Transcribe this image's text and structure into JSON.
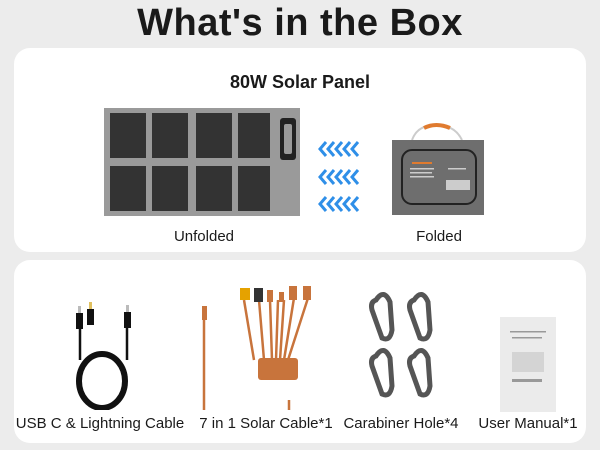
{
  "header": {
    "title": "What's in the Box"
  },
  "solar_panel": {
    "title": "80W Solar Panel",
    "unfolded_label": "Unfolded",
    "folded_label": "Folded"
  },
  "accessories": [
    {
      "label": "USB C & Lightning Cable"
    },
    {
      "label": "7 in 1 Solar Cable*1"
    },
    {
      "label": "Carabiner Hole*4"
    },
    {
      "label": "User Manual*1"
    }
  ],
  "colors": {
    "background": "#ececec",
    "card": "#ffffff",
    "arrow": "#2f8fe8",
    "cable": "#c8743c"
  }
}
